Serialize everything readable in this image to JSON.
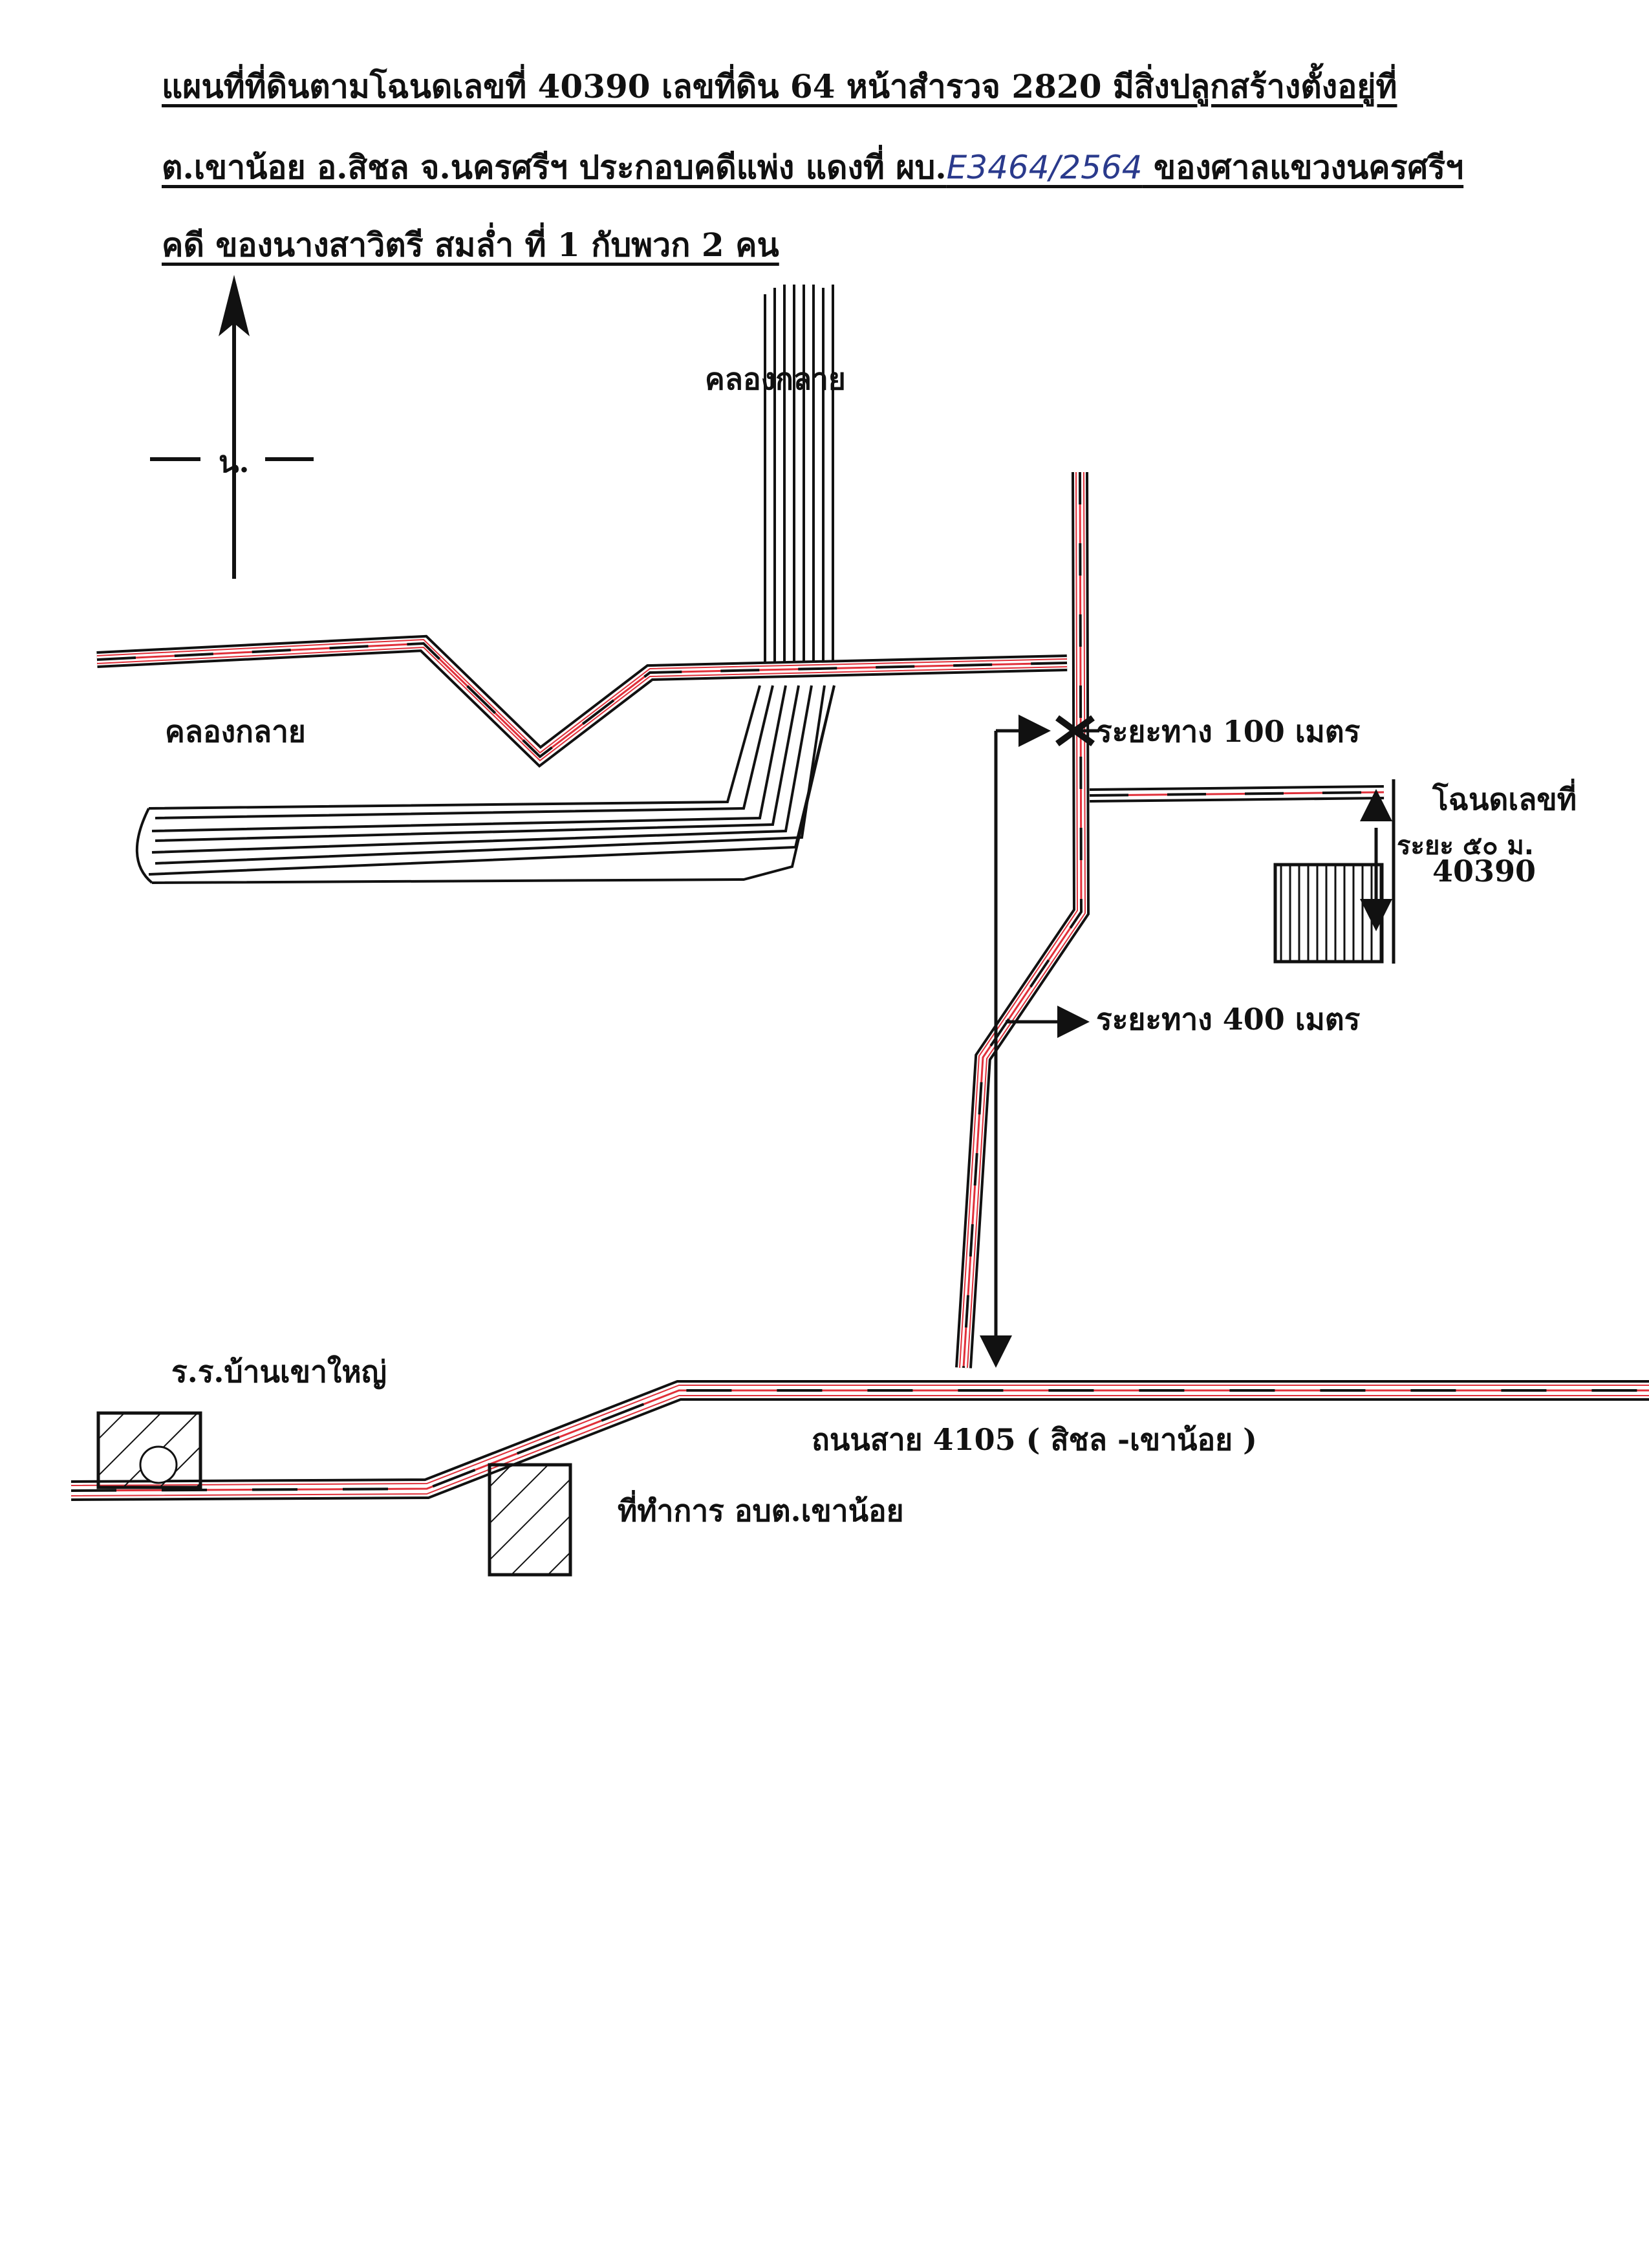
{
  "header": {
    "line1": "แผนที่ที่ดินตามโฉนดเลขที่  40390  เลขที่ดิน 64  หน้าสำรวจ  2820  มีสิ่งปลูกสร้างตั้งอยู่ที่",
    "line2_pre": "ต.เขาน้อย  อ.สิชล  จ.นครศรีฯ  ประกอบคดีแพ่ง  แดงที่  ผบ.",
    "line2_case": "E3464/2564",
    "line2_post": " ของศาลแขวงนครศรีฯ",
    "line3": "คดี ของนางสาวิตรี  สมล่ำ  ที่ 1  กับพวก  2  คน"
  },
  "north": {
    "label": "น."
  },
  "labels": {
    "canal_top": "คลองกลาย",
    "canal_left": "คลองกลาย",
    "distance_100": "ระยะทาง    100      เมตร",
    "deed_label": "โฉนดเลขที่",
    "deed_number": "40390",
    "distance_50": "ระยะ  ๕๐  ม.",
    "distance_400": "ระยะทาง  400  เมตร",
    "school": "ร.ร.บ้านเขาใหญ่",
    "road": "ถนนสาย  4105 ( สิชล  -เขาน้อย )",
    "office": "ที่ทำการ อบต.เขาน้อย"
  },
  "colors": {
    "ink": "#111111",
    "road_red": "#e0303a",
    "pen_blue": "#2a3a8c"
  }
}
